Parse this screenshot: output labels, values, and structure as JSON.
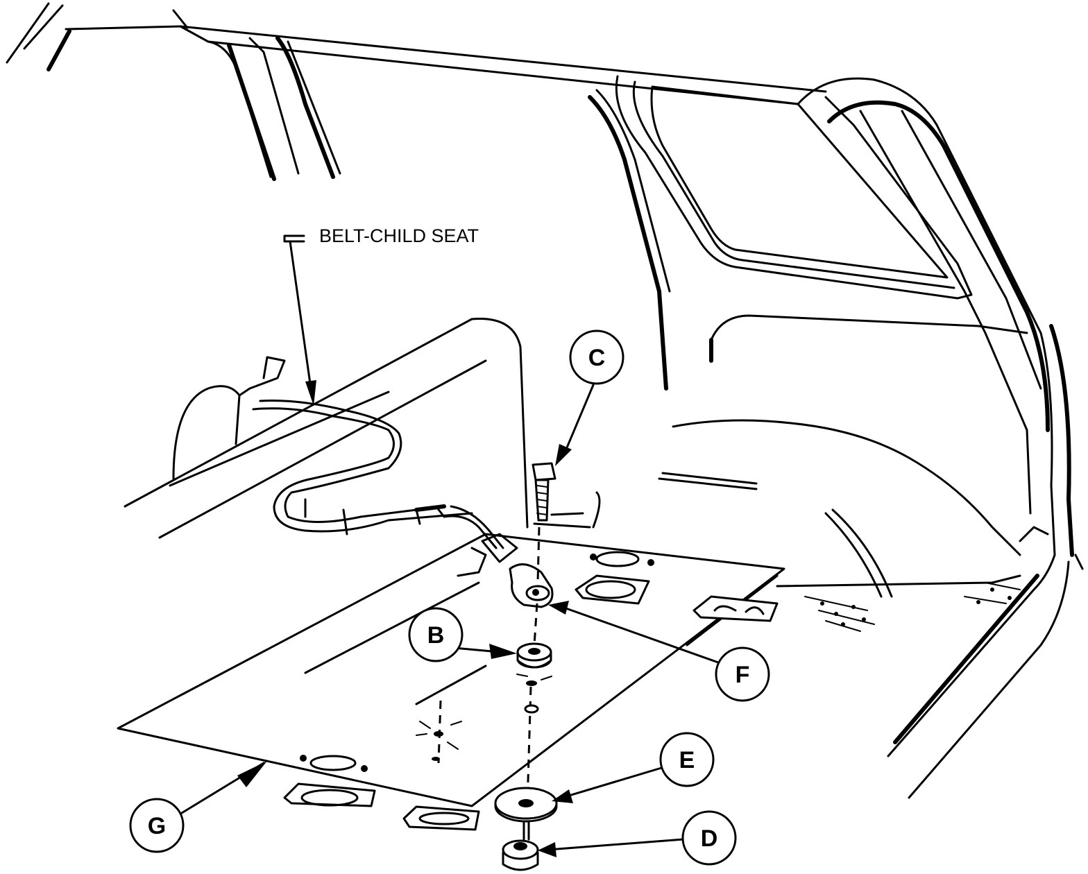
{
  "labels": {
    "belt_child_seat": "BELT-CHILD SEAT"
  },
  "callouts": {
    "b": "B",
    "c": "C",
    "d": "D",
    "e": "E",
    "f": "F",
    "g": "G"
  }
}
